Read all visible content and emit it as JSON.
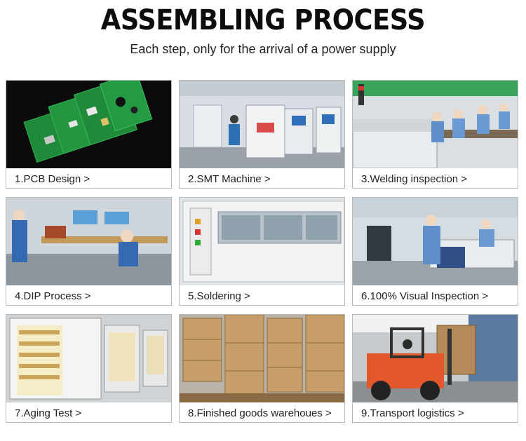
{
  "header": {
    "title": "ASSEMBLING PROCESS",
    "subtitle": "Each step, only for the arrival of a power supply"
  },
  "steps": [
    {
      "label": "1.PCB Design >"
    },
    {
      "label": "2.SMT Machine >"
    },
    {
      "label": "3.Welding inspection >"
    },
    {
      "label": "4.DIP Process >"
    },
    {
      "label": "5.Soldering >"
    },
    {
      "label": "6.100% Visual Inspection >"
    },
    {
      "label": "7.Aging Test >"
    },
    {
      "label": "8.Finished goods warehoues >"
    },
    {
      "label": "9.Transport logistics >"
    }
  ],
  "colors": {
    "pcb_green": "#1f8a3a",
    "factory_white": "#e8ecef",
    "carton_brown": "#b48a5a",
    "forklift_orange": "#e2582a",
    "card_border": "#b9b9b9"
  }
}
